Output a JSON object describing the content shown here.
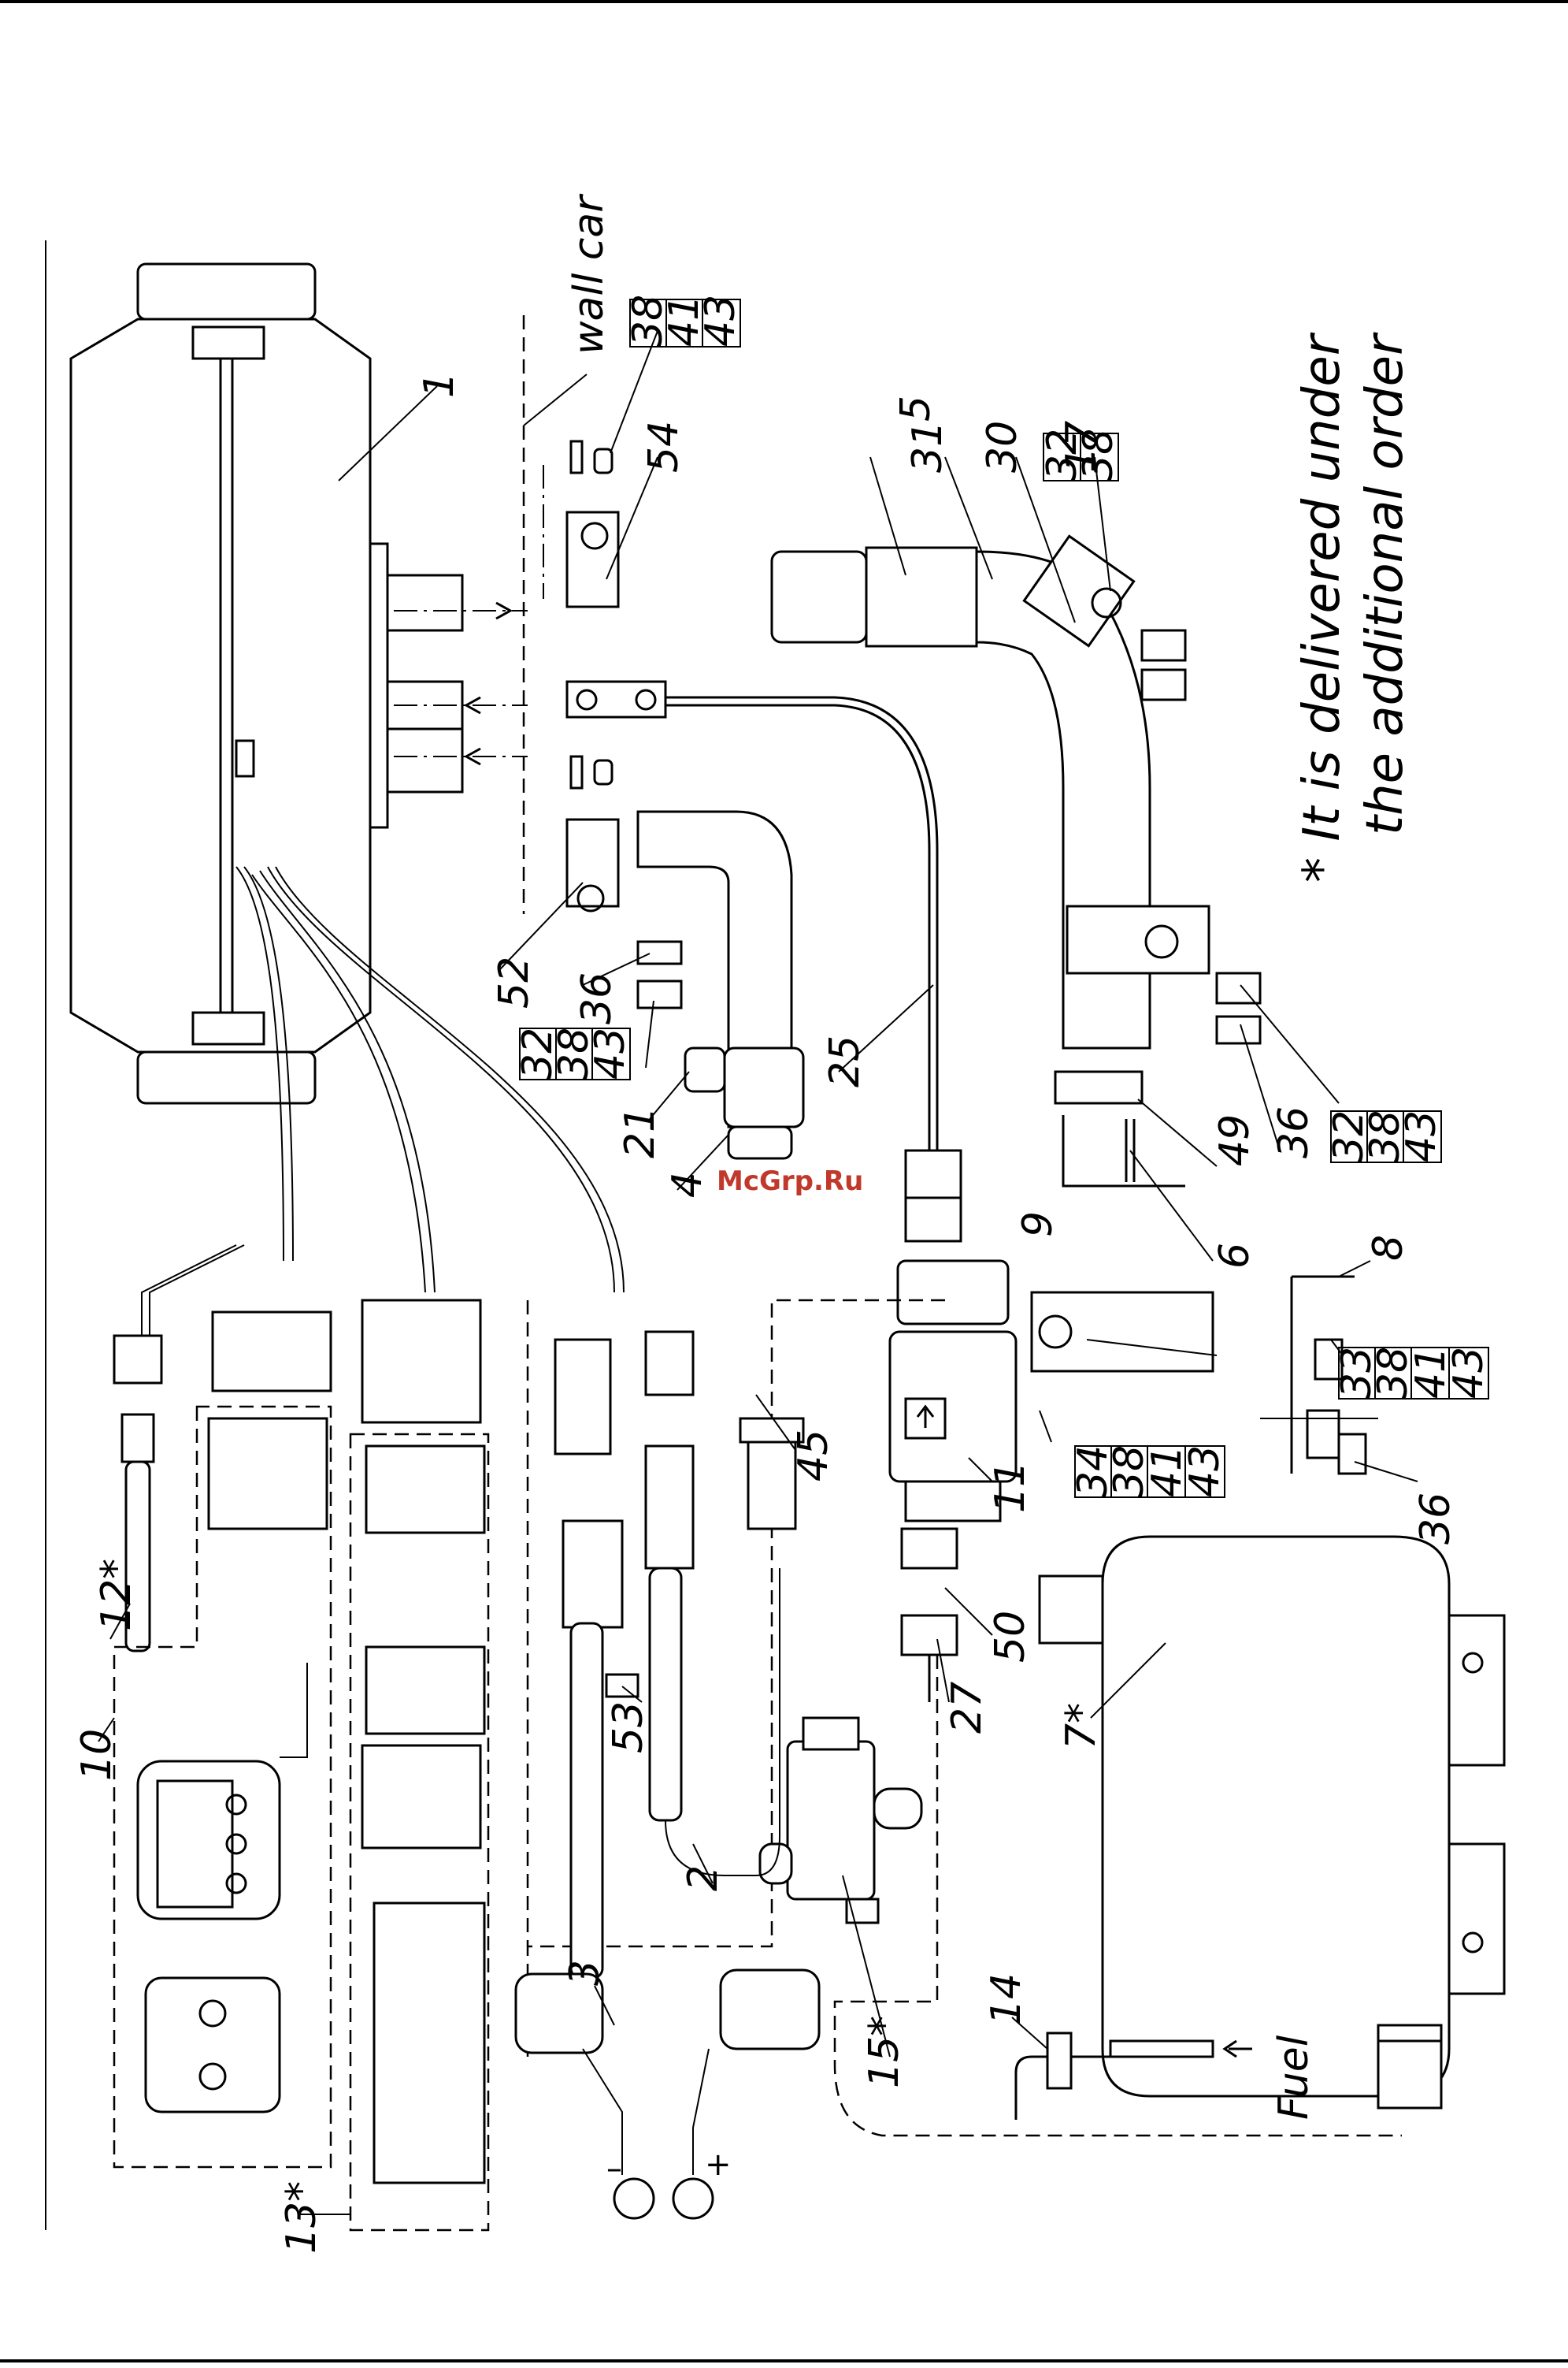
{
  "watermark": "McGrp.Ru",
  "footnote": {
    "line1": "* It is delivered under",
    "line2": "the additional order"
  },
  "annotations": {
    "wall_car": "wall car",
    "fuel": "Fuel",
    "minus": "–",
    "plus": "+"
  },
  "callouts": {
    "c1": "1",
    "c2": "2",
    "c3": "3",
    "c4": "4",
    "c5": "5",
    "c6": "6",
    "c7": "7*",
    "c8": "8",
    "c9": "9",
    "c10": "10",
    "c11": "11",
    "c12": "12*",
    "c13": "13*",
    "c14": "14",
    "c15": "15*",
    "c17": "17",
    "c21": "21",
    "c25": "25",
    "c27": "27",
    "c30": "30",
    "c31": "31",
    "c36a": "36",
    "c36b": "36",
    "c36c": "36",
    "c45": "45",
    "c49": "49",
    "c50": "50",
    "c52": "52",
    "c53": "53",
    "c54": "54"
  },
  "stacks": {
    "top_right": [
      "38",
      "41",
      "43"
    ],
    "s17": [
      "32",
      "38"
    ],
    "s32": [
      "32",
      "38",
      "43"
    ],
    "s32b": [
      "32",
      "38",
      "43"
    ],
    "s33": [
      "33",
      "38",
      "41",
      "43"
    ],
    "s34": [
      "34",
      "38",
      "41",
      "43"
    ]
  }
}
